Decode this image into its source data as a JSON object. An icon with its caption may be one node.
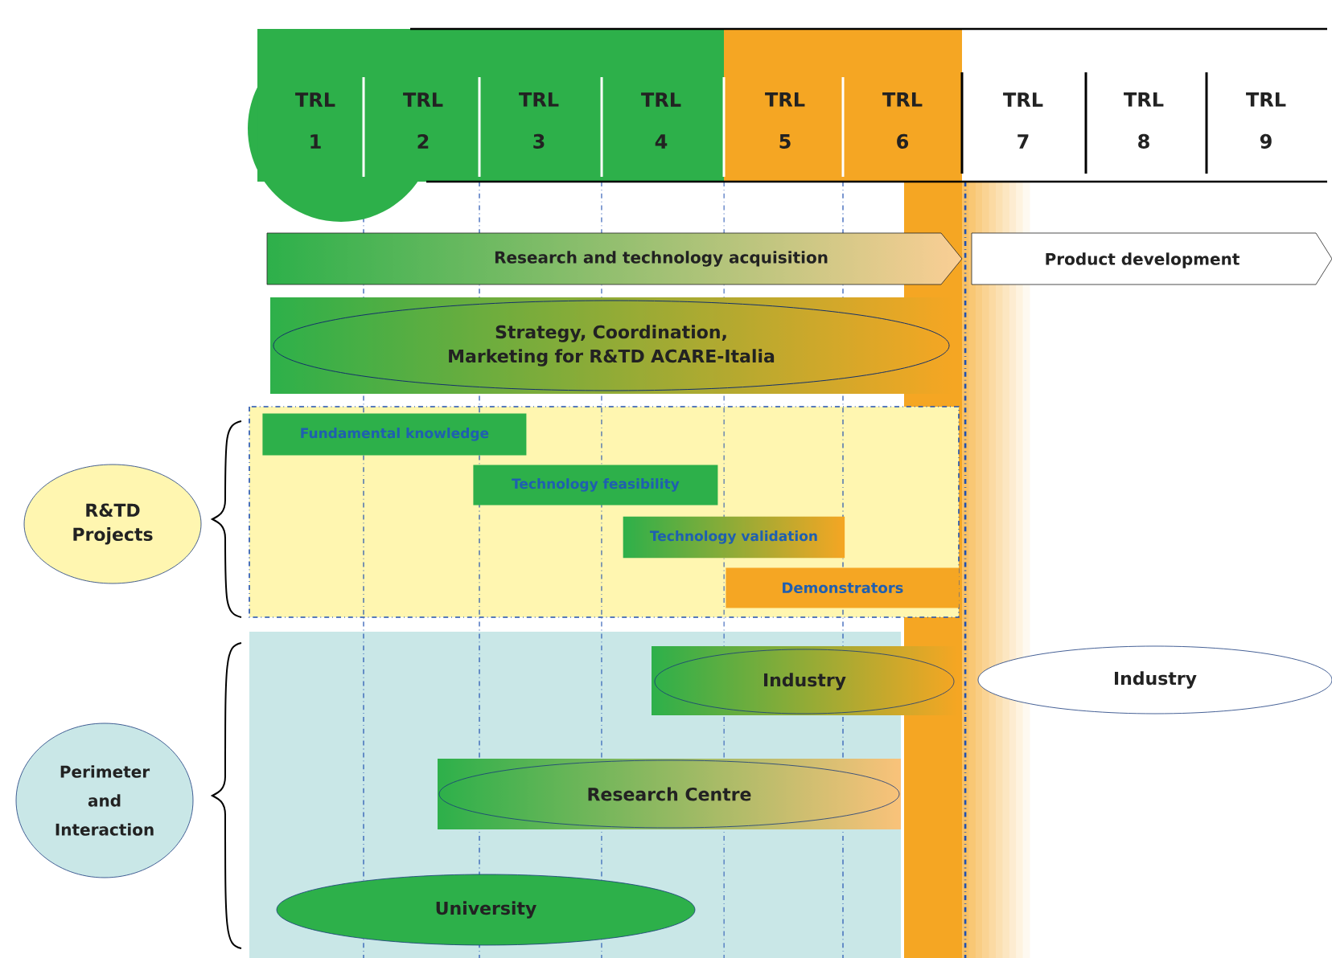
{
  "diagram": {
    "nodes": [
      {
        "text": [
          "TRL 1"
        ]
      },
      {
        "text": [
          "TRL 2"
        ]
      },
      {
        "text": [
          "TRL 3"
        ]
      },
      {
        "text": [
          "TRL 4"
        ]
      },
      {
        "text": [
          "TRL 5"
        ]
      },
      {
        "text": [
          "TRL 6"
        ]
      },
      {
        "text": [
          "TRL 7"
        ]
      },
      {
        "text": [
          "TRL 8"
        ]
      },
      {
        "text": [
          "TRL 9"
        ]
      },
      {
        "text": [
          "Research and technology acquisition"
        ]
      },
      {
        "text": [
          "Product development"
        ]
      },
      {
        "text": [
          "Strategy, Coordination, Marketing for R&TD ACARE-Italia"
        ]
      },
      {
        "text": [
          "R&TD Projects"
        ]
      },
      {
        "text": [
          "Fundamental knowledge"
        ]
      },
      {
        "text": [
          "Technology feasibility"
        ]
      },
      {
        "text": [
          "Technology validation"
        ]
      },
      {
        "text": [
          "Demonstrators"
        ]
      },
      {
        "text": [
          "Perimeter and Interaction"
        ]
      },
      {
        "text": [
          "Industry"
        ]
      },
      {
        "text": [
          "Research Centre"
        ]
      },
      {
        "text": [
          "University"
        ]
      },
      {
        "text": [
          "Industry"
        ]
      }
    ]
  }
}
